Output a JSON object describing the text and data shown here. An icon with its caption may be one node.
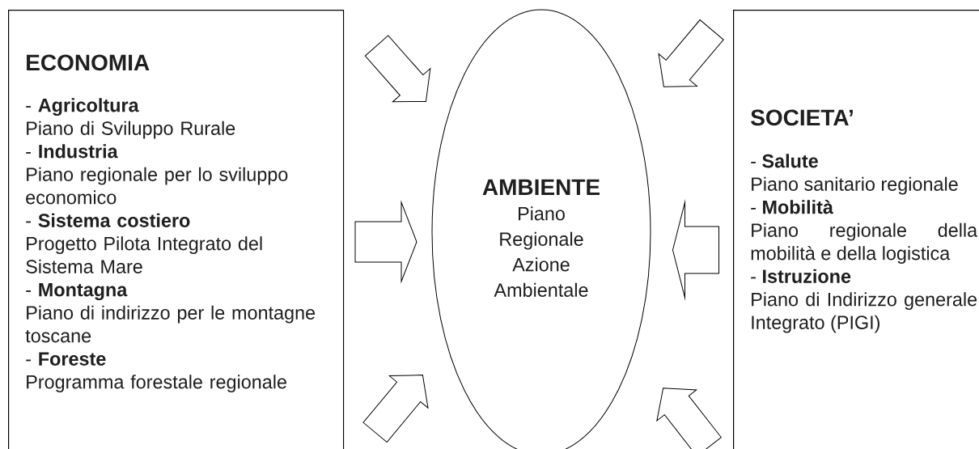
{
  "diagram": {
    "nodes": [
      {
        "text": [
          "ECONOMIA",
          "- **Agricoltura**",
          "Piano di Sviluppo Rurale",
          "- **Industria**",
          "Piano regionale per lo sviluppo economico",
          "- **Sistema costiero**",
          "Progetto Pilota Integrato del Sistema Mare",
          "- **Montagna**",
          "Piano di indirizzo per le montagne toscane",
          "- **Foreste**",
          "Programma forestale regionale"
        ]
      },
      {
        "text": [
          "AMBIENTE",
          "Piano Regionale Azione Ambientale"
        ]
      },
      {
        "text": [
          "SOCIETA’",
          "- **Salute**",
          "Piano sanitario regionale",
          "- **Mobilità**",
          "Piano regionale della mobilità e della logistica",
          "- **Istruzione**",
          "Piano di Indirizzo generale Integrato (PIGI)"
        ]
      }
    ],
    "edges": [
      {
        "from": 0,
        "to": 1,
        "arrow": "to"
      },
      {
        "from": 0,
        "to": 1,
        "arrow": "to"
      },
      {
        "from": 0,
        "to": 1,
        "arrow": "to"
      },
      {
        "from": 2,
        "to": 1,
        "arrow": "to"
      },
      {
        "from": 2,
        "to": 1,
        "arrow": "to"
      },
      {
        "from": 2,
        "to": 1,
        "arrow": "to"
      }
    ]
  }
}
